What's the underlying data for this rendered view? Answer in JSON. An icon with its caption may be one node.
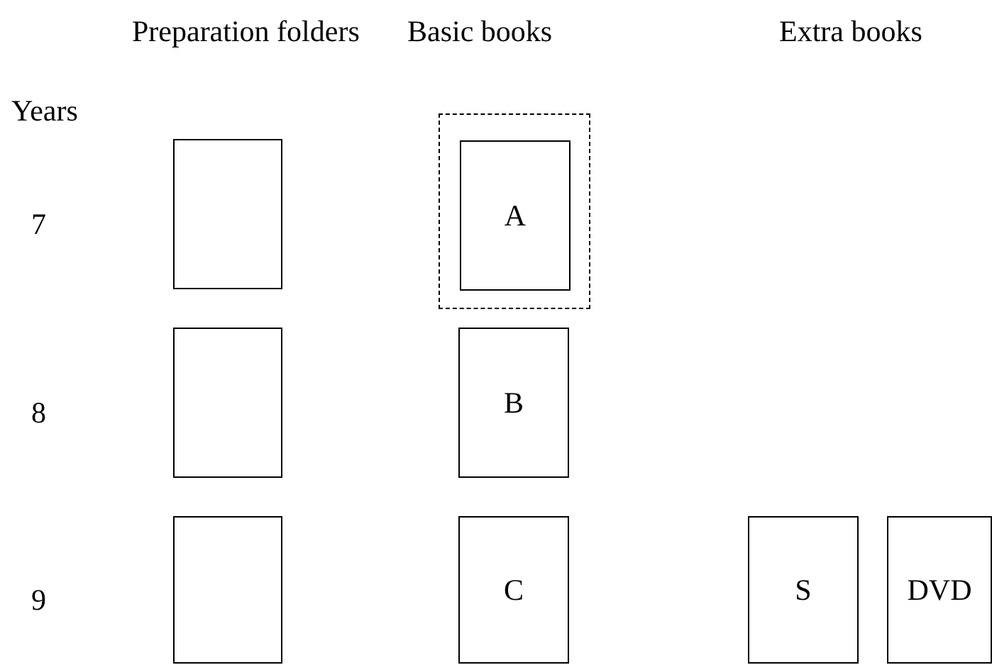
{
  "diagram": {
    "nodes": [
      {
        "text": [],
        "shape": "box"
      },
      {
        "text": [],
        "shape": "box"
      },
      {
        "text": [
          "A"
        ],
        "in": 1
      },
      {
        "text": [],
        "shape": "box"
      },
      {
        "text": [
          "B"
        ]
      },
      {
        "text": [],
        "shape": "box"
      },
      {
        "text": [
          "C"
        ]
      },
      {
        "text": [
          "S"
        ]
      },
      {
        "text": [
          "DVD"
        ]
      }
    ],
    "edges": [],
    "labels": [
      "Preparation folders",
      "Basic books",
      "Extra books",
      "Years",
      "7",
      "8",
      "9"
    ]
  }
}
